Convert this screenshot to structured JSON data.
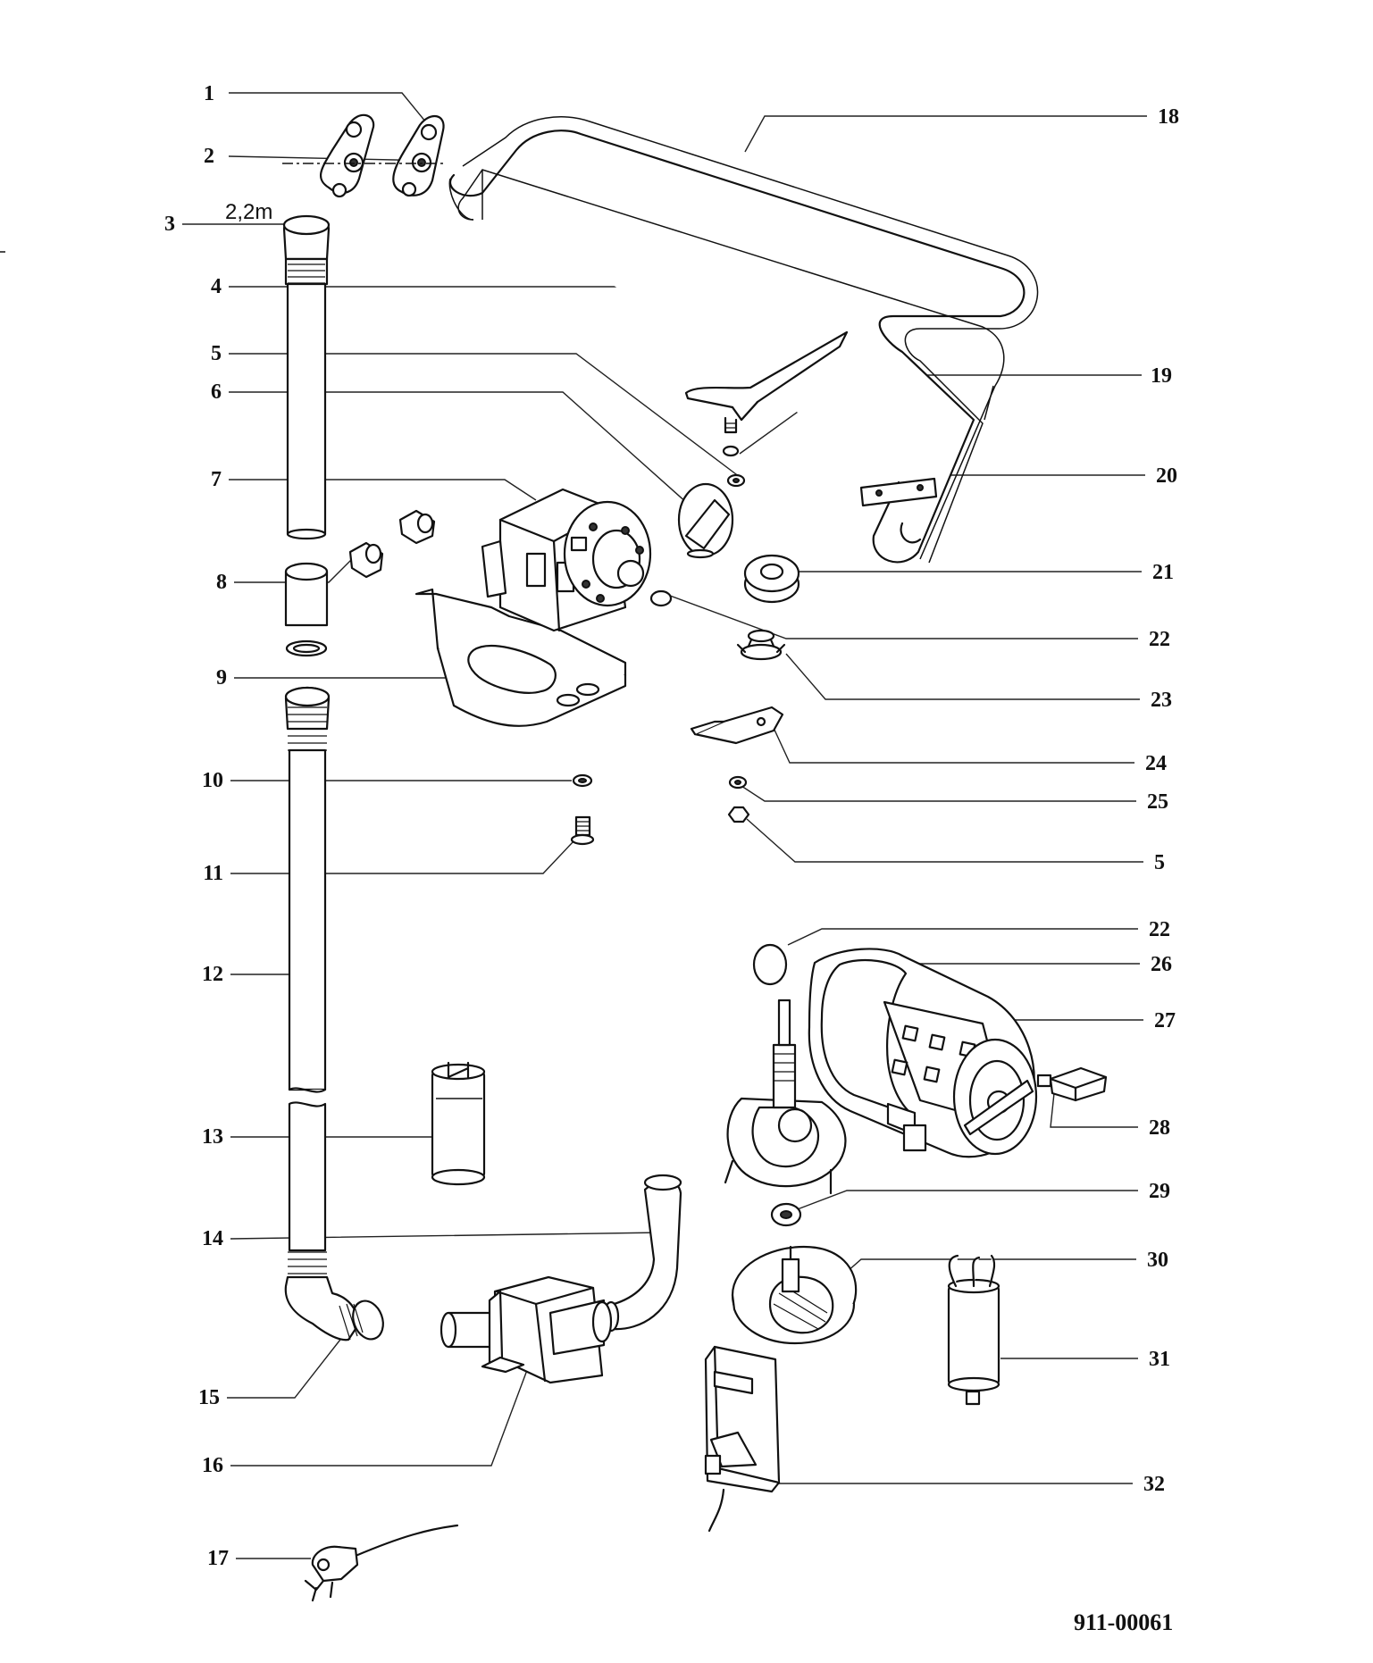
{
  "diagram": {
    "callouts_left": [
      "1",
      "2",
      "3",
      "4",
      "5",
      "6",
      "7",
      "8",
      "9",
      "10",
      "11",
      "12",
      "13",
      "14",
      "15",
      "16",
      "17"
    ],
    "callouts_right": [
      "18",
      "19",
      "20",
      "21",
      "22",
      "23",
      "24",
      "25",
      "5",
      "22",
      "26",
      "27",
      "28",
      "29",
      "30",
      "31",
      "32"
    ],
    "hose_length_label": "2,2m",
    "drawing_code": "911-00061"
  }
}
